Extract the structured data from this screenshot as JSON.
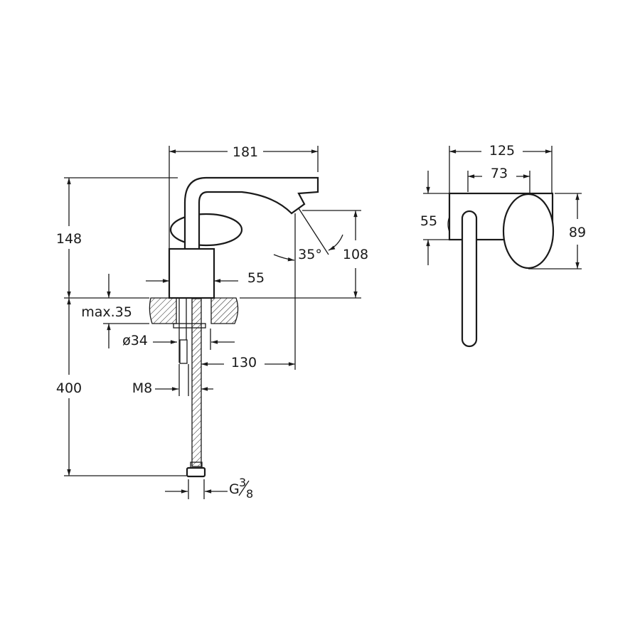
{
  "title": "Faucet technical drawing",
  "side_view": {
    "dim_total_width": "181",
    "dim_total_height": "148",
    "dim_body_width": "55",
    "dim_spout_height": "108",
    "dim_spout_angle": "35°",
    "dim_counter_thickness": "max.35",
    "dim_hole_diameter": "ø34",
    "dim_spout_reach": "130",
    "dim_stud_thread": "M8",
    "dim_hose_length": "400",
    "dim_hose_connection_base": "G",
    "dim_hose_connection_num": "3",
    "dim_hose_connection_den": "8"
  },
  "top_view": {
    "dim_total_length": "125",
    "dim_handle_offset": "73",
    "dim_base_width": "55",
    "dim_handle_width": "89"
  },
  "colors": {
    "line": "#1a1a1a",
    "background": "#ffffff"
  }
}
